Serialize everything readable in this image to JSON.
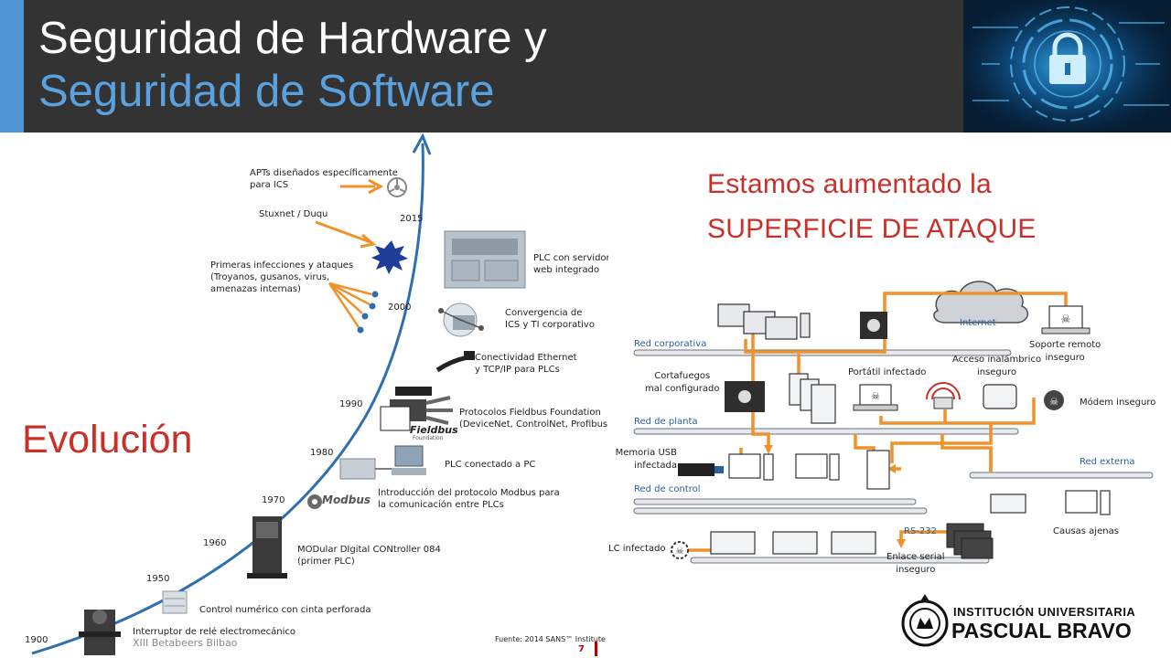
{
  "header": {
    "title_line1": "Seguridad de Hardware y",
    "title_line2": "Seguridad de Software"
  },
  "evolution": {
    "title": "Evolución",
    "items": {
      "apts": [
        "APTs diseñados específicamente",
        "para ICS"
      ],
      "stuxnet": "Stuxnet / Duqu",
      "infections": [
        "Primeras infecciones y ataques",
        "(Troyanos, gusanos, virus,",
        "amenazas internas)"
      ],
      "plc_web": [
        "PLC con servidor",
        "web integrado"
      ],
      "convergence": [
        "Convergencia de",
        "ICS y TI corporativo"
      ],
      "ethernet": [
        "Conectividad Ethernet",
        "y TCP/IP para PLCs"
      ],
      "fieldbus": [
        "Protocolos Fieldbus Foundation",
        "(DeviceNet, ControlNet, Profibus)"
      ],
      "plc_pc": "PLC conectado a PC",
      "modbus_intro": [
        "Introducción del protocolo Modbus para",
        "la comunicación entre PLCs"
      ],
      "modicon": [
        "MODular DIgital CONtroller 084",
        "(primer PLC)"
      ],
      "nc_tape": "Control numérico con cinta perforada",
      "relay": "Interruptor de relé electromecánico"
    },
    "years": [
      "2015",
      "2000",
      "1990",
      "1980",
      "1970",
      "1960",
      "1950",
      "1900"
    ],
    "icon_labels": {
      "modbus": "Modbus",
      "fieldbus": "Fieldbus",
      "fieldbus_sub": "Foundation"
    },
    "footer": "XIII Betabeers Bilbao",
    "source": "Fuente: 2014 SANS™ Institute",
    "page": "7"
  },
  "attack_surface": {
    "title_line1": "Estamos aumentado la",
    "title_line2": "SUPERFICIE DE ATAQUE",
    "labels": {
      "internet": "Internet",
      "red_corporativa": "Red corporativa",
      "red_planta": "Red de planta",
      "red_control": "Red de control",
      "red_externa": "Red externa",
      "soporte": [
        "Soporte remoto",
        "inseguro"
      ],
      "cortafuegos": [
        "Cortafuegos",
        "mal configurado"
      ],
      "portatil": "Portátil infectado",
      "acceso": [
        "Acceso inalámbrico",
        "inseguro"
      ],
      "modem": "Módem inseguro",
      "usb": [
        "Memoria USB",
        "infectada"
      ],
      "plc": "LC infectado",
      "rs232": "RS-232",
      "enlace": [
        "Enlace serial",
        "inseguro"
      ],
      "causas": "Causas ajenas"
    }
  },
  "logo": {
    "line1": "INSTITUCIÓN UNIVERSITARIA",
    "line2": "PASCUAL BRAVO"
  },
  "colors": {
    "title_bar": "#333333",
    "accent_blue": "#4f94d4",
    "subtitle_blue": "#5aa1e0",
    "red_title": "#c8302a",
    "orange_arrow": "#f0922b",
    "curve_blue": "#2f6fb0"
  }
}
